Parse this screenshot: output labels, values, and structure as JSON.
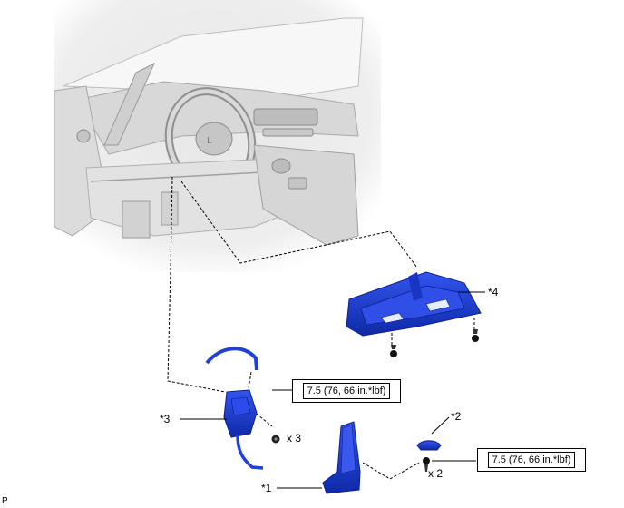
{
  "callouts": {
    "c1": "*1",
    "c2": "*2",
    "c3": "*3",
    "c4": "*4"
  },
  "torque_specs": {
    "spec_a": "7.5 (76, 66 in.*lbf)",
    "spec_b": "7.5 (76, 66 in.*lbf)"
  },
  "quantities": {
    "q3": "x 3",
    "q2": "x 2"
  },
  "footer_code": "P",
  "colors": {
    "part_blue": "#1f3fd6",
    "part_dark": "#0b1f8f",
    "line": "#000000",
    "interior_gray": "#cfcfcf"
  }
}
